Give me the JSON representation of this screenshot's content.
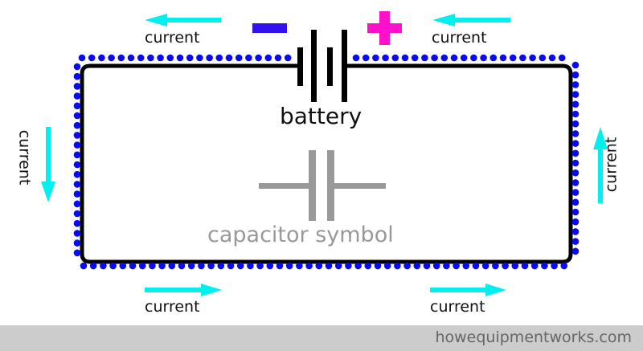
{
  "diagram": {
    "title": "Battery and capacitor circuit with current flow",
    "labels": {
      "battery": "battery",
      "capacitor": "capacitor symbol",
      "current_top_left": "current",
      "current_top_right": "current",
      "current_left": "current",
      "current_right": "current",
      "current_bottom_left": "current",
      "current_bottom_right": "current"
    },
    "polarity": {
      "negative_symbol": "minus",
      "positive_symbol": "plus"
    },
    "current_directions": {
      "top_left": "left",
      "top_right": "left",
      "left_side": "down",
      "right_side": "up",
      "bottom_left": "right",
      "bottom_right": "right"
    },
    "colors": {
      "wire": "#000000",
      "electrons": "#0a0af0",
      "arrow": "#00f0f0",
      "negative": "#3311ee",
      "positive": "#ff11cc",
      "capacitor": "#999999",
      "footer_bg": "#cccccc",
      "footer_text": "#666666"
    }
  },
  "footer": {
    "site": "howequipmentworks.com"
  }
}
